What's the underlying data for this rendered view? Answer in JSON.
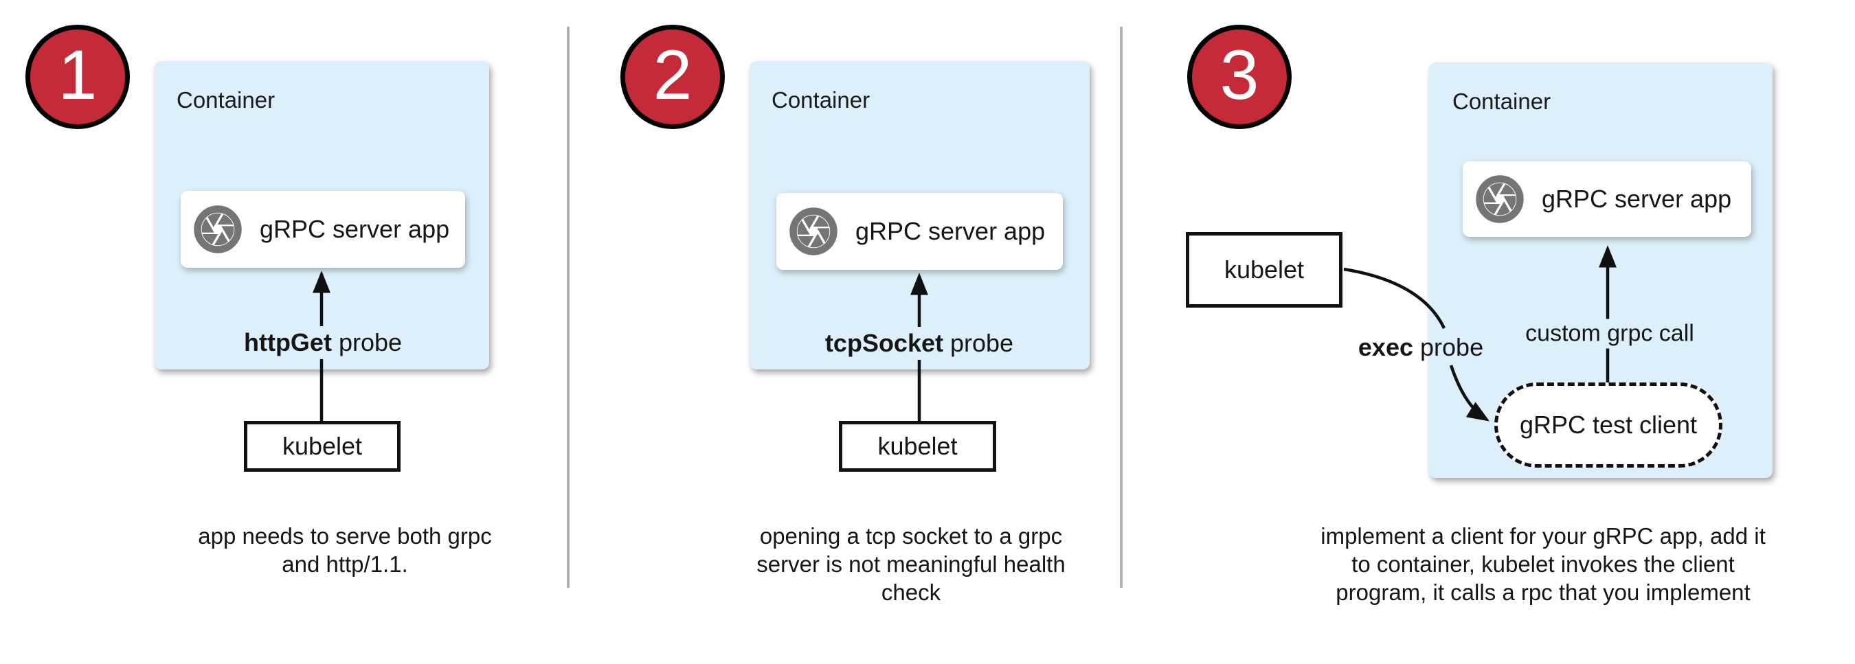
{
  "colors": {
    "accent_red": "#c42a38",
    "container_blue": "#ddeffa",
    "icon_gray": "#757575",
    "divider_gray": "#b0b0b0"
  },
  "panels": [
    {
      "number": "1",
      "container_label": "Container",
      "app_box": {
        "icon": "aperture-icon",
        "label": "gRPC server app"
      },
      "probe_bold": "httpGet",
      "probe_rest": " probe",
      "kubelet_label": "kubelet",
      "caption": [
        "app needs to serve both grpc",
        "and http/1.1."
      ]
    },
    {
      "number": "2",
      "container_label": "Container",
      "app_box": {
        "icon": "aperture-icon",
        "label": "gRPC server app"
      },
      "probe_bold": "tcpSocket",
      "probe_rest": " probe",
      "kubelet_label": "kubelet",
      "caption": [
        "opening a tcp socket to a grpc",
        "server is not meaningful health",
        "check"
      ]
    },
    {
      "number": "3",
      "container_label": "Container",
      "app_box": {
        "icon": "aperture-icon",
        "label": "gRPC server app"
      },
      "probe_bold": "exec",
      "probe_rest": " probe",
      "kubelet_label": "kubelet",
      "grpc_call_label": "custom grpc call",
      "test_client_label": "gRPC test client",
      "caption": [
        "implement a client for your gRPC app, add it",
        "to container, kubelet invokes the client",
        "program, it calls a rpc that you implement"
      ]
    }
  ]
}
